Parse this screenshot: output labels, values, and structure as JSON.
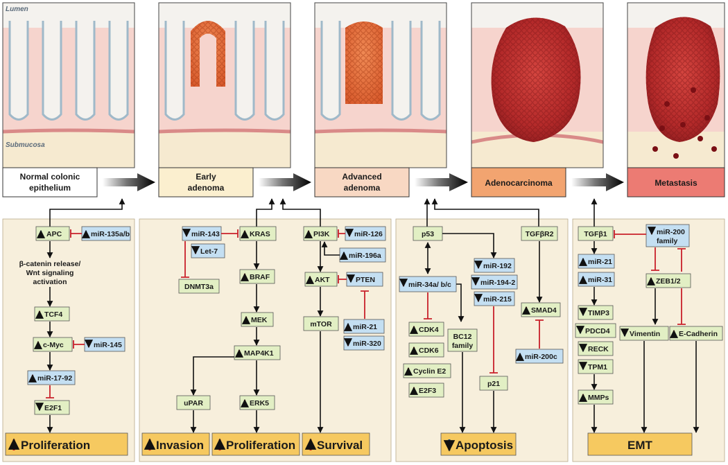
{
  "colors": {
    "gene_box": "#e2efc4",
    "mirna_box": "#c4dff2",
    "panel_bg": "#f7efdc",
    "outcome_box": "#f6c960",
    "up_arrow": "#d42a1f",
    "down_arrow": "#1c4f7a",
    "inhibition": "#c8202a"
  },
  "tissue_labels": {
    "lumen": "Lumen",
    "submucosa": "Submucosa"
  },
  "stages": [
    {
      "line1": "Normal colonic",
      "line2": "epithelium",
      "color": "#ffffff"
    },
    {
      "line1": "Early",
      "line2": "adenoma",
      "color": "#fbefcf"
    },
    {
      "line1": "Advanced",
      "line2": "adenoma",
      "color": "#f8d8c3"
    },
    {
      "line1": "Adenocarcinoma",
      "line2": "",
      "color": "#f2a470"
    },
    {
      "line1": "Metastasis",
      "line2": "",
      "color": "#ec7b73"
    }
  ],
  "p1": {
    "apc": "APC",
    "mir135": "miR-135a/b",
    "bcat1": "β-catenin release/",
    "bcat2": "Wnt signaling",
    "bcat3": "activation",
    "tcf4": "TCF4",
    "cmyc": "c-Myc",
    "mir145": "miR-145",
    "mir1792": "miR-17-92",
    "e2f1": "E2F1",
    "outcome": "Proliferation"
  },
  "p2": {
    "mir143": "miR-143",
    "let7": "Let-7",
    "dnmt3a": "DNMT3a",
    "kras": "KRAS",
    "braf": "BRAF",
    "mek": "MEK",
    "map4k1": "MAP4K1",
    "upar": "uPAR",
    "erk5": "ERK5",
    "pi3k": "PI3K",
    "mir126": "miR-126",
    "mir196a": "miR-196a",
    "akt": "AKT",
    "pten": "PTEN",
    "mtor": "mTOR",
    "mir21": "miR-21",
    "mir320": "miR-320",
    "out_invasion": "Invasion",
    "out_prolif": "Proliferation",
    "out_survival": "Survival"
  },
  "p3": {
    "p53": "p53",
    "tgfbr2": "TGFβR2",
    "mir34": "miR-34a/ b/c",
    "mir192": "miR-192",
    "mir1942": "miR-194-2",
    "mir215": "miR-215",
    "smad4": "SMAD4",
    "cdk4": "CDK4",
    "cdk6": "CDK6",
    "cyclin": "Cyclin E2",
    "e2f3": "E2F3",
    "bc12_1": "BC12",
    "bc12_2": "family",
    "p21": "p21",
    "mir200c": "miR-200c",
    "outcome": "Apoptosis"
  },
  "p4": {
    "tgfb1": "TGFβ1",
    "mir200_1": "miR-200",
    "mir200_2": "family",
    "mir21": "miR-21",
    "mir31": "miR-31",
    "zeb": "ZEB1/2",
    "timp3": "TIMP3",
    "pdcd4": "PDCD4",
    "vimentin": "Vimentin",
    "ecad": "E-Cadherin",
    "reck": "RECK",
    "tpm1": "TPM1",
    "mmps": "MMPs",
    "outcome": "EMT"
  }
}
